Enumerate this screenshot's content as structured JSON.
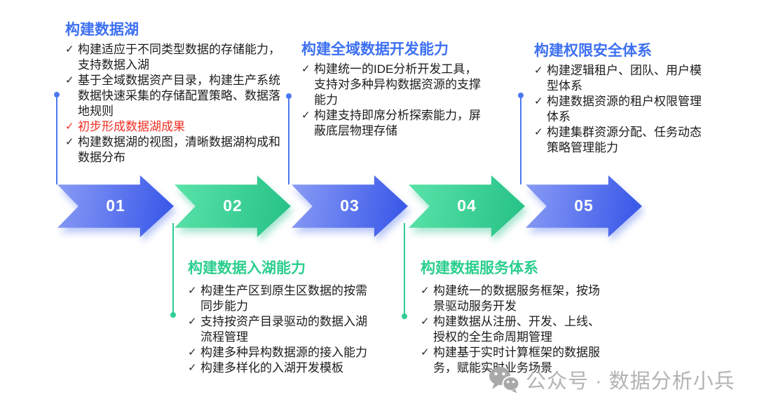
{
  "check": "✓",
  "sections": {
    "top": [
      {
        "title": "构建数据湖",
        "items": [
          "构建适应于不同类型数据的存储能力，支持数据入湖",
          "基于全域数据资产目录，构建生产系统数据快速采集的存储配置策略、数据落地规则",
          "初步形成数据湖成果",
          "构建数据湖的视图，清晰数据湖构成和数据分布"
        ]
      },
      {
        "title": "构建全域数据开发能力",
        "items": [
          "构建统一的IDE分析开发工具，支持对多种异构数据资源的支撑能力",
          "构建支持即席分析探索能力，屏蔽底层物理存储"
        ]
      },
      {
        "title": "构建权限安全体系",
        "items": [
          "构建逻辑租户、团队、用户模型体系",
          "构建数据资源的租户权限管理体系",
          "构建集群资源分配、任务动态策略管理能力"
        ]
      }
    ],
    "bottom": [
      {
        "title": "构建数据入湖能力",
        "items": [
          "构建生产区到原生区数据的按需同步能力",
          "支持按资产目录驱动的数据入湖流程管理",
          "构建多种异构数据源的接入能力",
          "构建多样化的入湖开发模板"
        ]
      },
      {
        "title": "构建数据服务体系",
        "items": [
          "构建统一的数据服务框架，按场景驱动服务开发",
          "构建数据从注册、开发、上线、授权的全生命周期管理",
          "构建基于实时计算框架的数据服务，赋能实时业务场景"
        ]
      }
    ]
  },
  "steps": [
    {
      "num": "01",
      "theme": "blue"
    },
    {
      "num": "02",
      "theme": "green"
    },
    {
      "num": "03",
      "theme": "blue"
    },
    {
      "num": "04",
      "theme": "green"
    },
    {
      "num": "05",
      "theme": "blue"
    }
  ],
  "watermark": {
    "icon": "wechat-icon",
    "text": "公众号 · 数据分析小兵"
  },
  "colors": {
    "title_blue": "#3d70f2",
    "title_green": "#2bce8e",
    "emphasis_red": "#ef2f24",
    "arrow_blue_gradient": [
      "#8a9cf5",
      "#3d5be9"
    ],
    "arrow_green_gradient": [
      "#5ae3a9",
      "#2ac489"
    ],
    "connector_blue": "#4c79f0",
    "connector_green": "#2ecf92",
    "body_text": "#1c1c1c",
    "watermark_gray": "#b3b3b3"
  }
}
